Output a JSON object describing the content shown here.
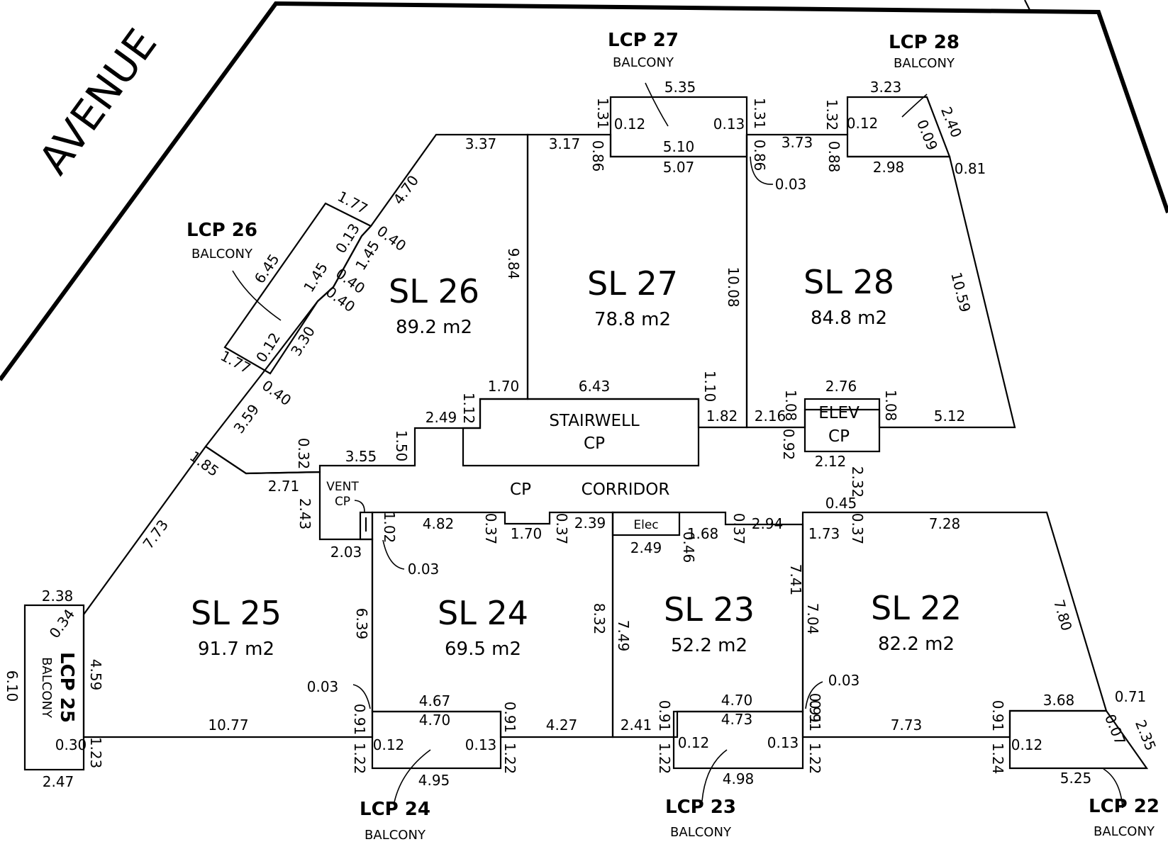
{
  "street": "AVENUE",
  "lots": [
    {
      "id": "sl26",
      "name": "SL  26",
      "area": "89.2  m2"
    },
    {
      "id": "sl27",
      "name": "SL  27",
      "area": "78.8  m2"
    },
    {
      "id": "sl28",
      "name": "SL  28",
      "area": "84.8  m2"
    },
    {
      "id": "sl25",
      "name": "SL  25",
      "area": "91.7  m2"
    },
    {
      "id": "sl24",
      "name": "SL  24",
      "area": "69.5  m2"
    },
    {
      "id": "sl23",
      "name": "SL  23",
      "area": "52.2  m2"
    },
    {
      "id": "sl22",
      "name": "SL  22",
      "area": "82.2  m2"
    }
  ],
  "balconies": [
    {
      "id": "lcp27",
      "name": "LCP  27",
      "sub": "BALCONY"
    },
    {
      "id": "lcp28",
      "name": "LCP  28",
      "sub": "BALCONY"
    },
    {
      "id": "lcp26",
      "name": "LCP  26",
      "sub": "BALCONY"
    },
    {
      "id": "lcp25",
      "name": "LCP  25",
      "sub": "BALCONY"
    },
    {
      "id": "lcp24",
      "name": "LCP  24",
      "sub": "BALCONY"
    },
    {
      "id": "lcp23",
      "name": "LCP  23",
      "sub": "BALCONY"
    },
    {
      "id": "lcp22",
      "name": "LCP  22",
      "sub": "BALCONY"
    }
  ],
  "common": {
    "stairwell": "STAIRWELL",
    "stairwell_cp": "CP",
    "elev": "ELEV",
    "elev_cp": "CP",
    "corridor_cp": "CP",
    "corridor": "CORRIDOR",
    "vent": "VENT",
    "vent_cp": "CP",
    "elec": "Elec"
  },
  "dims": {
    "lcp27": [
      "5.35",
      "1.31",
      "0.12",
      "5.10",
      "0.13",
      "1.31",
      "0.86",
      "5.07",
      "0.86",
      "0.03"
    ],
    "lcp28": [
      "3.23",
      "1.32",
      "0.12",
      "2.40",
      "0.09",
      "3.73",
      "0.88",
      "2.98",
      "0.81"
    ],
    "sl26": [
      "3.37",
      "3.17",
      "4.70",
      "1.77",
      "0.40",
      "0.13",
      "1.45",
      "1.45",
      "0.40",
      "0.40",
      "6.45",
      "0.12",
      "3.30",
      "1.77",
      "0.40",
      "9.84"
    ],
    "sl27": [
      "10.08",
      "1.70",
      "6.43",
      "1.10",
      "1.12",
      "2.49",
      "1.82"
    ],
    "sl28": [
      "10.59",
      "2.16",
      "1.08",
      "2.76",
      "1.08",
      "5.12",
      "0.92",
      "2.12",
      "2.32",
      "0.45"
    ],
    "corridor": [
      "3.59",
      "0.32",
      "3.55",
      "1.50",
      "1.85",
      "2.71",
      "2.43",
      "2.03",
      "1.02",
      "0.03"
    ],
    "sl24": [
      "4.82",
      "0.37",
      "1.70",
      "0.37",
      "2.39",
      "6.39",
      "8.32",
      "0.03",
      "0.91",
      "4.67",
      "4.70",
      "0.91",
      "4.27",
      "1.22",
      "0.12",
      "0.13",
      "1.22",
      "4.95"
    ],
    "sl23": [
      "2.49",
      "0.46",
      "1.68",
      "0.37",
      "2.94",
      "7.49",
      "7.41",
      "2.41",
      "0.91",
      "4.70",
      "4.73",
      "0.91",
      "1.22",
      "0.12",
      "0.13",
      "1.22",
      "4.98",
      "0.03"
    ],
    "sl22": [
      "1.73",
      "0.37",
      "7.28",
      "7.04",
      "7.80",
      "0.91",
      "7.73",
      "0.91",
      "3.68",
      "0.71",
      "0.07",
      "2.35",
      "1.24",
      "0.12",
      "5.25"
    ],
    "sl25": [
      "7.73",
      "2.38",
      "0.34",
      "4.59",
      "6.10",
      "10.77",
      "0.30",
      "1.23",
      "2.47"
    ]
  }
}
